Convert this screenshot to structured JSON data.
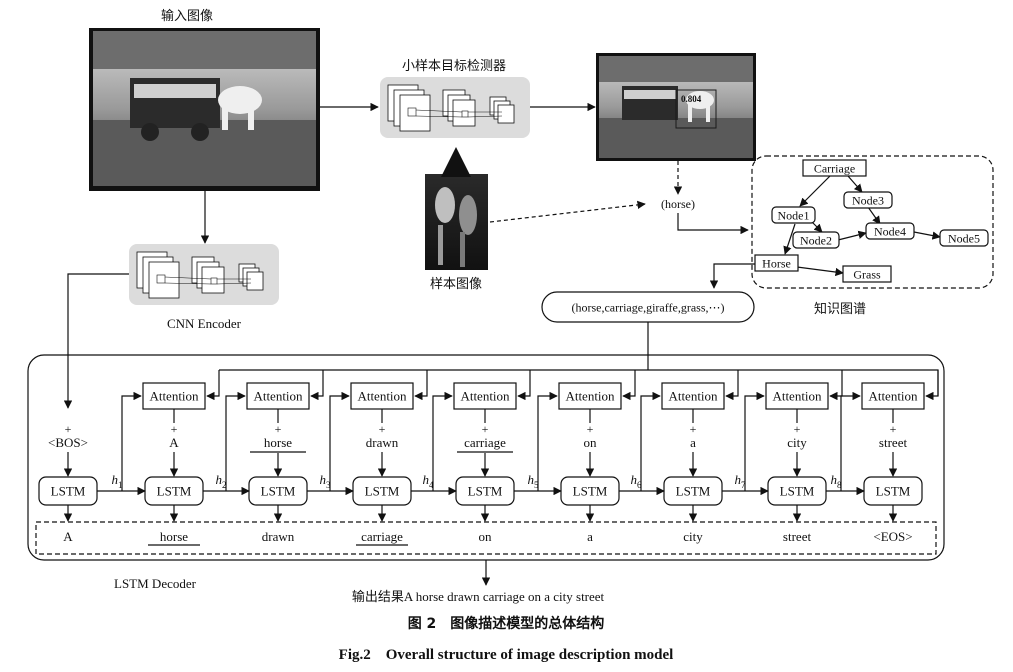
{
  "input_image_label": "输入图像",
  "detector_label": "小样本目标检测器",
  "detection_score": "0.804",
  "sample_image_label": "样本图像",
  "detected_label": "(horse)",
  "cnn_encoder_label": "CNN Encoder",
  "knowledge_graph": {
    "label": "知识图谱",
    "nodes": [
      "Carriage",
      "Node1",
      "Node3",
      "Node2",
      "Node4",
      "Node5",
      "Horse",
      "Grass"
    ]
  },
  "concept_list": "(horse,carriage,giraffe,grass,⋯)",
  "decoder": {
    "label": "LSTM Decoder",
    "attention_label": "Attention",
    "lstm_label": "LSTM",
    "plus": "+",
    "inputs": [
      "<BOS>",
      "A",
      "horse",
      "drawn",
      "carriage",
      "on",
      "a",
      "city",
      "street"
    ],
    "outputs": [
      "A",
      "horse",
      "drawn",
      "carriage",
      "on",
      "a",
      "city",
      "street",
      "<EOS>"
    ],
    "hidden": [
      "h1",
      "h2",
      "h3",
      "h4",
      "h5",
      "h6",
      "h7",
      "h8"
    ]
  },
  "output_result": "输出结果A horse drawn carriage on a city street",
  "caption_cn": "图 2　图像描述模型的总体结构",
  "caption_en": "Fig.2　Overall structure of image description model"
}
